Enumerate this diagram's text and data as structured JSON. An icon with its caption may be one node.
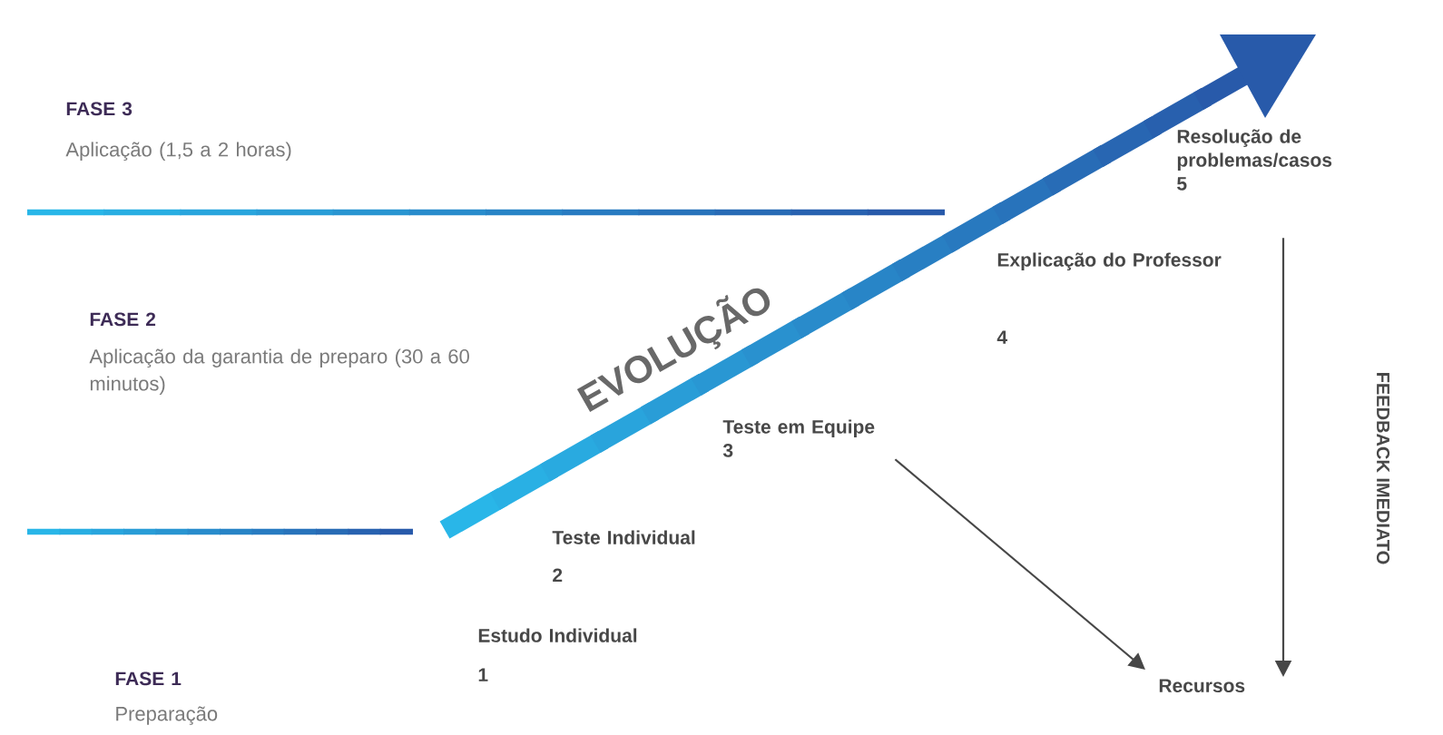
{
  "diagram": {
    "nodes": [
      {
        "text": [
          "Resolução de problemas/casos",
          "5"
        ]
      },
      {
        "text": [
          "Teste em Equipe",
          "3"
        ]
      },
      {
        "text": [
          "Recursos"
        ]
      }
    ],
    "edges": [
      {
        "from": 1,
        "to": 2,
        "arrow": "to"
      },
      {
        "from": 0,
        "to": 2,
        "arrow": "to"
      }
    ],
    "labels": [
      "FASE 3",
      "Aplicação (1,5 a 2 horas)",
      "Explicação do Professor",
      "4",
      "FASE 2",
      "Aplicação da garantia de preparo (30 a 60 minutos)",
      "EVOLUÇÃO",
      "FEEDBACK IMEDIATO",
      "Teste Individual",
      "2",
      "Estudo Individual",
      "1",
      "FASE 1",
      "Preparação"
    ]
  }
}
